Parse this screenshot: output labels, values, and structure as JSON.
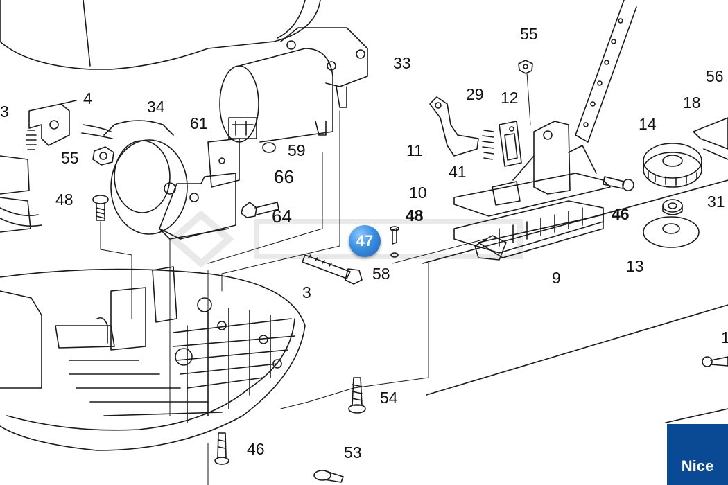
{
  "diagram": {
    "part_labels": [
      {
        "id": "3a",
        "text": "3"
      },
      {
        "id": "4",
        "text": "4"
      },
      {
        "id": "34",
        "text": "34"
      },
      {
        "id": "55a",
        "text": "55"
      },
      {
        "id": "48a",
        "text": "48"
      },
      {
        "id": "61",
        "text": "61"
      },
      {
        "id": "59",
        "text": "59"
      },
      {
        "id": "66",
        "text": "66"
      },
      {
        "id": "64",
        "text": "64"
      },
      {
        "id": "33",
        "text": "33"
      },
      {
        "id": "3b",
        "text": "3"
      },
      {
        "id": "54",
        "text": "54"
      },
      {
        "id": "46a",
        "text": "46"
      },
      {
        "id": "53",
        "text": "53"
      },
      {
        "id": "55b",
        "text": "55"
      },
      {
        "id": "29",
        "text": "29"
      },
      {
        "id": "12",
        "text": "12"
      },
      {
        "id": "11",
        "text": "11"
      },
      {
        "id": "41",
        "text": "41"
      },
      {
        "id": "10",
        "text": "10"
      },
      {
        "id": "48b",
        "text": "48"
      },
      {
        "id": "58",
        "text": "58"
      },
      {
        "id": "9",
        "text": "9"
      },
      {
        "id": "46b",
        "text": "46"
      },
      {
        "id": "14",
        "text": "14"
      },
      {
        "id": "18",
        "text": "18"
      },
      {
        "id": "56",
        "text": "56"
      },
      {
        "id": "31",
        "text": "31"
      },
      {
        "id": "13",
        "text": "13"
      },
      {
        "id": "1",
        "text": "1"
      }
    ],
    "hotspot": {
      "text": "47"
    }
  },
  "brand": {
    "logo_text": "Nice"
  },
  "colors": {
    "line": "#1a1a1a",
    "hotspot": "#2f7fd6",
    "brand": "#0a4a94"
  }
}
